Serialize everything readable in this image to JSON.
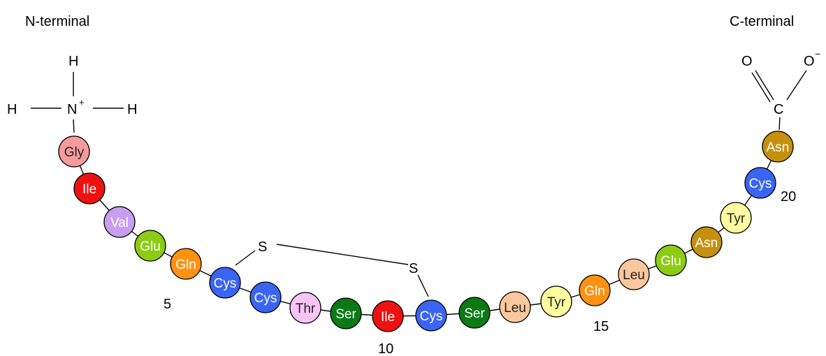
{
  "labels": {
    "n_terminal": "N-terminal",
    "c_terminal": "C-terminal"
  },
  "amine_group": {
    "nitrogen": "N",
    "charge": "+",
    "hydrogen": "H"
  },
  "carboxyl_group": {
    "carbon": "C",
    "oxygen": "O",
    "charge": "−"
  },
  "disulfide": {
    "sulfur": "S"
  },
  "position_labels": [
    "5",
    "10",
    "15",
    "20"
  ],
  "residues": [
    {
      "n": 1,
      "name": "Gly",
      "color": "#f59b9b"
    },
    {
      "n": 2,
      "name": "Ile",
      "color": "#ee1111"
    },
    {
      "n": 3,
      "name": "Val",
      "color": "#c89ef0"
    },
    {
      "n": 4,
      "name": "Glu",
      "color": "#8ccc14"
    },
    {
      "n": 5,
      "name": "Gln",
      "color": "#ff9212"
    },
    {
      "n": 6,
      "name": "Cys",
      "color": "#3a64f2"
    },
    {
      "n": 7,
      "name": "Cys",
      "color": "#3a64f2"
    },
    {
      "n": 8,
      "name": "Thr",
      "color": "#f8c4f6"
    },
    {
      "n": 9,
      "name": "Ser",
      "color": "#0b7a14"
    },
    {
      "n": 10,
      "name": "Ile",
      "color": "#ee1111"
    },
    {
      "n": 11,
      "name": "Cys",
      "color": "#3a64f2"
    },
    {
      "n": 12,
      "name": "Ser",
      "color": "#0b7a14"
    },
    {
      "n": 13,
      "name": "Leu",
      "color": "#fbc79c"
    },
    {
      "n": 14,
      "name": "Tyr",
      "color": "#fdfca0"
    },
    {
      "n": 15,
      "name": "Gln",
      "color": "#ff9212"
    },
    {
      "n": 16,
      "name": "Leu",
      "color": "#fbc79c"
    },
    {
      "n": 17,
      "name": "Glu",
      "color": "#8ccc14"
    },
    {
      "n": 18,
      "name": "Asn",
      "color": "#c59010"
    },
    {
      "n": 19,
      "name": "Tyr",
      "color": "#fdfca0"
    },
    {
      "n": 20,
      "name": "Cys",
      "color": "#3a64f2"
    },
    {
      "n": 21,
      "name": "Asn",
      "color": "#c59010"
    }
  ],
  "disulfide_bond": {
    "from_residue": 6,
    "to_residue": 11
  }
}
